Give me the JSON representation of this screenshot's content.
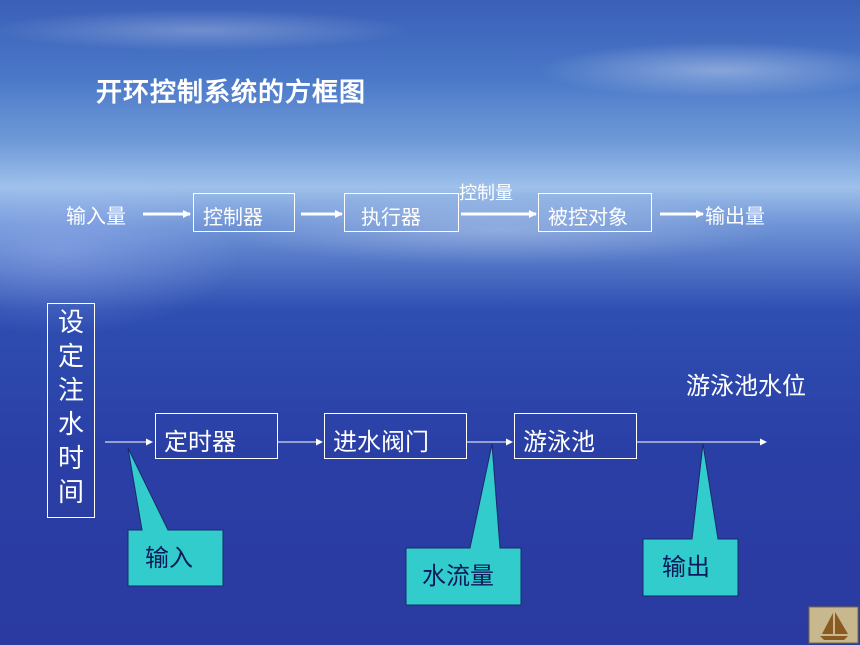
{
  "title": "开环控制系统的方框图",
  "top_diagram": {
    "input": "输入量",
    "controller": "控制器",
    "actuator": "执行器",
    "control_quantity": "控制量",
    "plant": "被控对象",
    "output": "输出量"
  },
  "bottom_diagram": {
    "setpoint_chars": [
      "设",
      "定",
      "注",
      "水",
      "时",
      "间"
    ],
    "timer": "定时器",
    "inlet_valve": "进水阀门",
    "pool": "游泳池",
    "pool_level": "游泳池水位",
    "callouts": {
      "input": "输入",
      "water_flow": "水流量",
      "output": "输出"
    }
  },
  "colors": {
    "callout_fill": "#33cccc",
    "line": "#ffffff"
  }
}
